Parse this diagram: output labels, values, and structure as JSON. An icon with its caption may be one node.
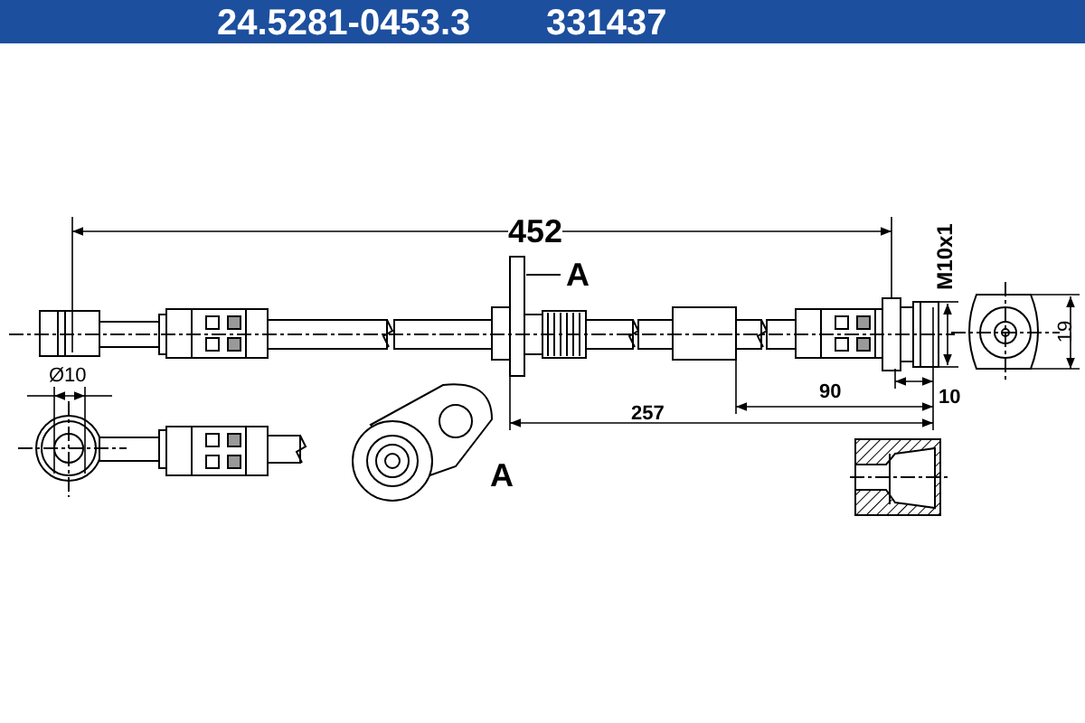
{
  "diagram": {
    "labels": [
      "24.5281-0453.3",
      "331437",
      "452",
      "A",
      "M10x1",
      "Ø10",
      "19",
      "90",
      "10",
      "257",
      "A"
    ]
  }
}
